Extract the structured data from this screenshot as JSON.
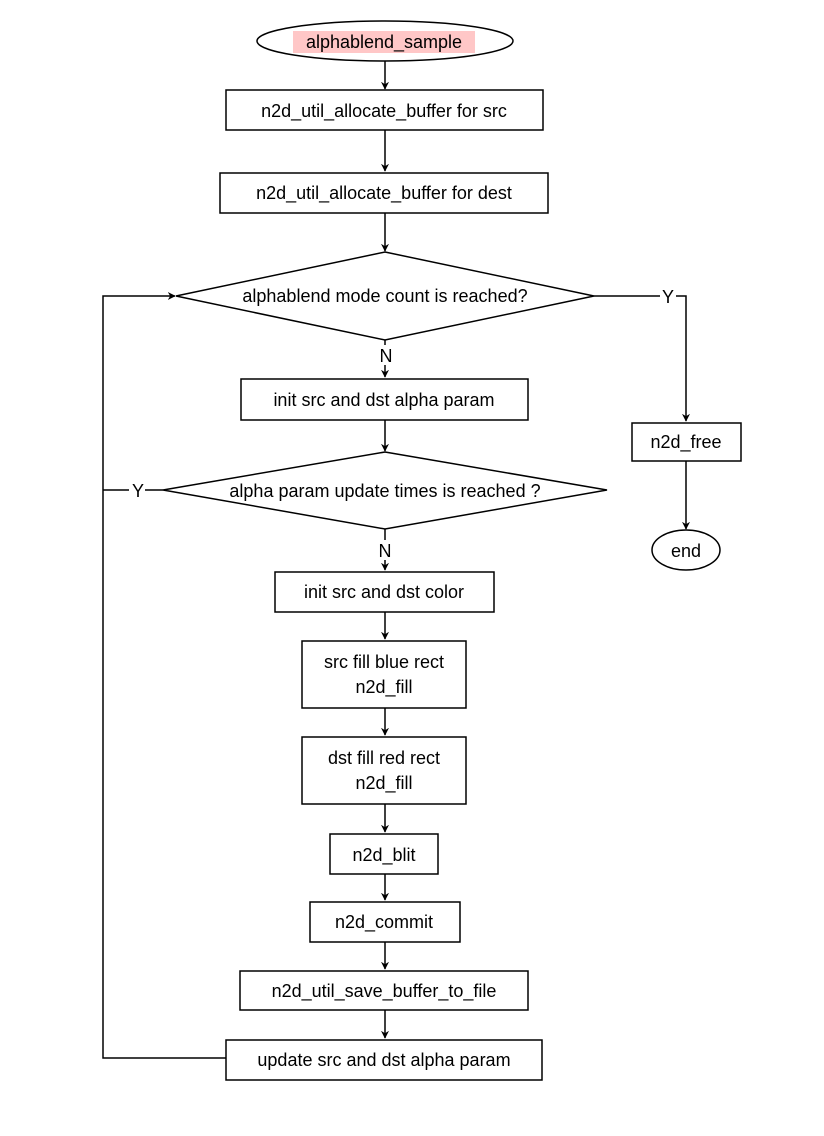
{
  "colors": {
    "start_highlight": "#ffc7c7",
    "stroke": "#000000",
    "background": "#ffffff"
  },
  "nodes": {
    "start": "alphablend_sample",
    "alloc_src": "n2d_util_allocate_buffer for src",
    "alloc_dest": "n2d_util_allocate_buffer for dest",
    "mode_check": "alphablend mode count is reached?",
    "init_alpha": "init src and dst alpha param",
    "update_check": "alpha param update times is reached ?",
    "init_color": "init src and dst color",
    "src_fill_line1": "src fill blue rect",
    "src_fill_line2": "n2d_fill",
    "dst_fill_line1": "dst fill red rect",
    "dst_fill_line2": "n2d_fill",
    "blit": "n2d_blit",
    "commit": "n2d_commit",
    "save": "n2d_util_save_buffer_to_file",
    "update_alpha": "update src and dst alpha param",
    "free": "n2d_free",
    "end": "end"
  },
  "edge_labels": {
    "mode_yes": "Y",
    "mode_no": "N",
    "update_yes": "Y",
    "update_no": "N"
  }
}
